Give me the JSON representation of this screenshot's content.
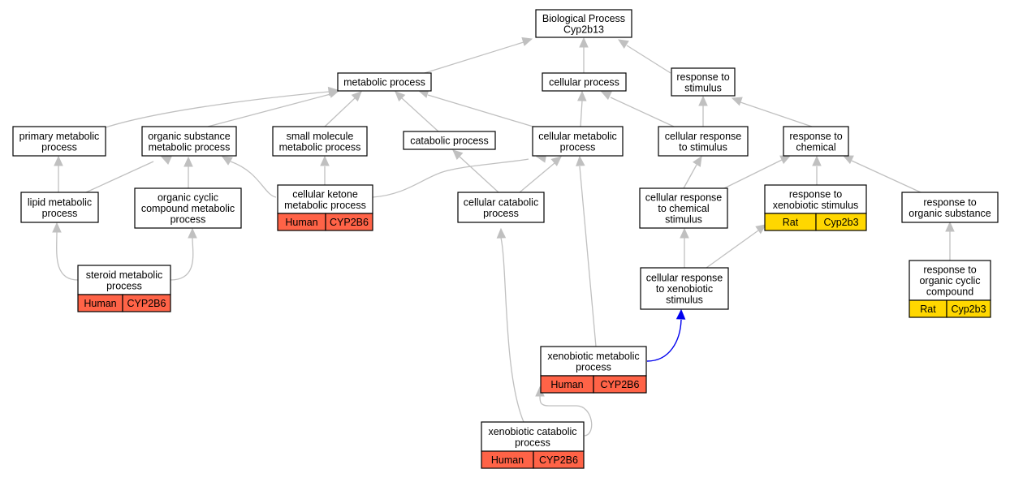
{
  "colors": {
    "human": "#ff6347",
    "rat": "#ffd700",
    "edge": "#c0c0c0",
    "highlight": "#0000ee"
  },
  "nodes": {
    "root": [
      "Biological Process",
      "Cyp2b13"
    ],
    "metabolic": [
      "metabolic process"
    ],
    "cellular": [
      "cellular process"
    ],
    "response_stimulus": [
      "response to",
      "stimulus"
    ],
    "primary_metabolic": [
      "primary metabolic",
      "process"
    ],
    "organic_substance_metabolic": [
      "organic substance",
      "metabolic process"
    ],
    "small_molecule_metabolic": [
      "small molecule",
      "metabolic process"
    ],
    "catabolic": [
      "catabolic process"
    ],
    "cellular_metabolic": [
      "cellular metabolic",
      "process"
    ],
    "cellular_response_stimulus": [
      "cellular response",
      "to stimulus"
    ],
    "response_chemical": [
      "response to",
      "chemical"
    ],
    "lipid_metabolic": [
      "lipid metabolic",
      "process"
    ],
    "organic_cyclic_metabolic": [
      "organic cyclic",
      "compound metabolic",
      "process"
    ],
    "cellular_ketone_metabolic": [
      "cellular ketone",
      "metabolic process"
    ],
    "cellular_catabolic": [
      "cellular catabolic",
      "process"
    ],
    "cellular_response_chemical": [
      "cellular response",
      "to chemical",
      "stimulus"
    ],
    "response_xenobiotic": [
      "response to",
      "xenobiotic stimulus"
    ],
    "response_organic_substance": [
      "response to",
      "organic substance"
    ],
    "steroid_metabolic": [
      "steroid metabolic",
      "process"
    ],
    "cellular_response_xenobiotic": [
      "cellular response",
      "to xenobiotic",
      "stimulus"
    ],
    "response_organic_cyclic": [
      "response to",
      "organic cyclic",
      "compound"
    ],
    "xenobiotic_metabolic": [
      "xenobiotic metabolic",
      "process"
    ],
    "xenobiotic_catabolic": [
      "xenobiotic catabolic",
      "process"
    ]
  },
  "annotations": {
    "cellular_ketone_metabolic": [
      "Human",
      "CYP2B6"
    ],
    "steroid_metabolic": [
      "Human",
      "CYP2B6"
    ],
    "response_xenobiotic": [
      "Rat",
      "Cyp2b3"
    ],
    "response_organic_cyclic": [
      "Rat",
      "Cyp2b3"
    ],
    "xenobiotic_metabolic": [
      "Human",
      "CYP2B6"
    ],
    "xenobiotic_catabolic": [
      "Human",
      "CYP2B6"
    ]
  }
}
